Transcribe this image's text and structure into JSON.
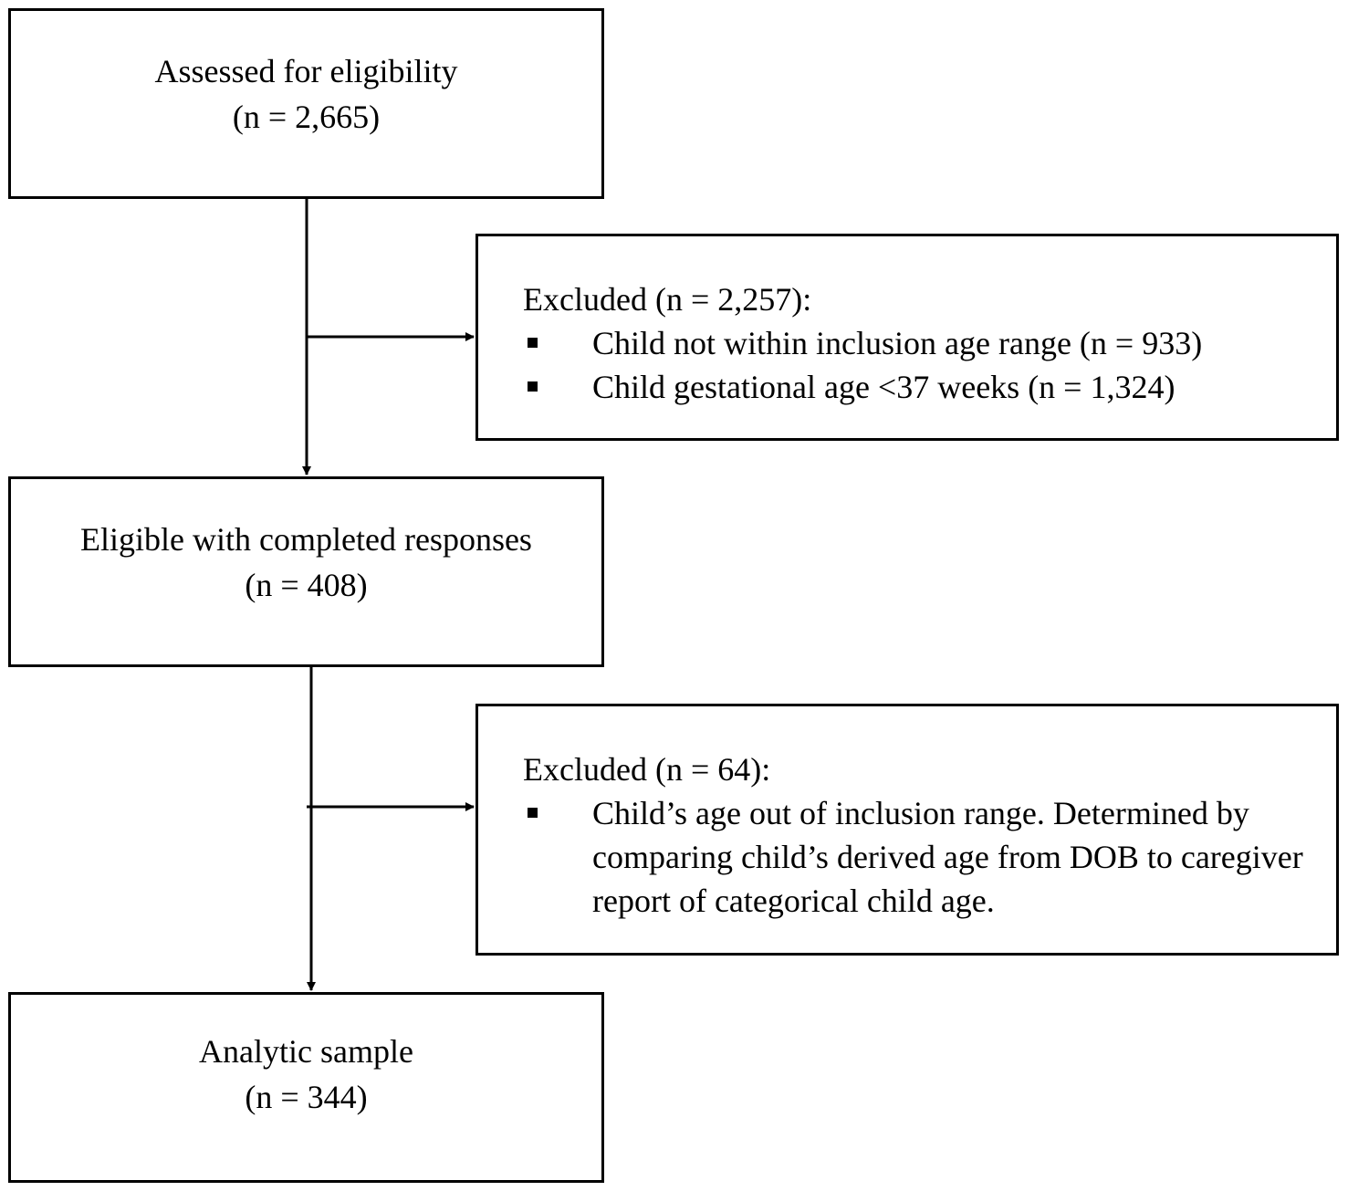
{
  "flowchart": {
    "assessed": {
      "label": "Assessed for eligibility",
      "count": "(n = 2,665)"
    },
    "excluded_first": {
      "title": "Excluded (n = 2,257):",
      "reasons": [
        "Child not within inclusion age range (n = 933)",
        "Child gestational age <37 weeks (n = 1,324)"
      ]
    },
    "eligible": {
      "label": "Eligible with completed responses",
      "count": "(n = 408)"
    },
    "excluded_second": {
      "title": "Excluded (n = 64):",
      "reasons": [
        "Child’s age out of inclusion range. Determined by comparing child’s derived age from DOB to caregiver report of categorical child age."
      ]
    },
    "analytic": {
      "label": "Analytic sample",
      "count": "(n = 344)"
    }
  }
}
